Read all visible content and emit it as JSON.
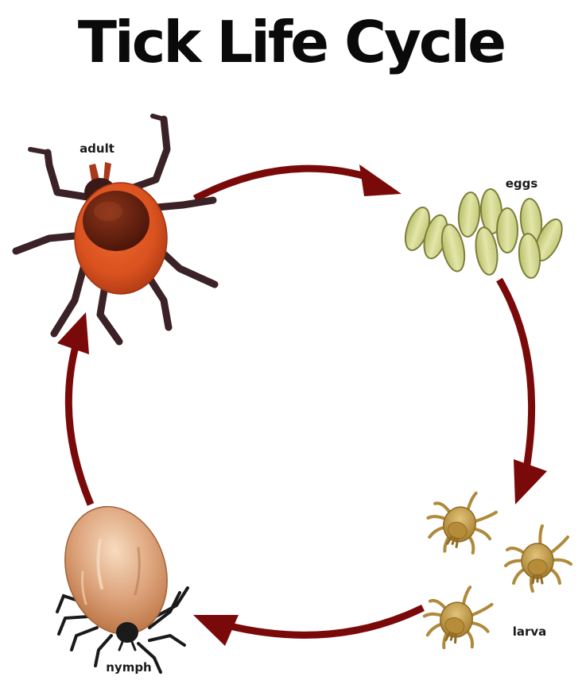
{
  "title": "Tick Life Cycle",
  "stages": [
    {
      "id": "adult",
      "label": "adult"
    },
    {
      "id": "eggs",
      "label": "eggs"
    },
    {
      "id": "larva",
      "label": "larva"
    },
    {
      "id": "nymph",
      "label": "nymph"
    }
  ],
  "arrows": [
    {
      "from": "adult",
      "to": "eggs"
    },
    {
      "from": "eggs",
      "to": "larva"
    },
    {
      "from": "larva",
      "to": "nymph"
    },
    {
      "from": "nymph",
      "to": "adult"
    }
  ],
  "colors": {
    "arrow": "#7a0a0a",
    "adult_body": "#d9521f",
    "adult_shield": "#6e2410",
    "adult_legs": "#3a2226",
    "egg_fill": "#cdd58a",
    "egg_stroke": "#8a8a4a",
    "larva_body": "#c8a24a",
    "nymph_body": "#d9a07a",
    "nymph_legs": "#1a1a1a"
  }
}
